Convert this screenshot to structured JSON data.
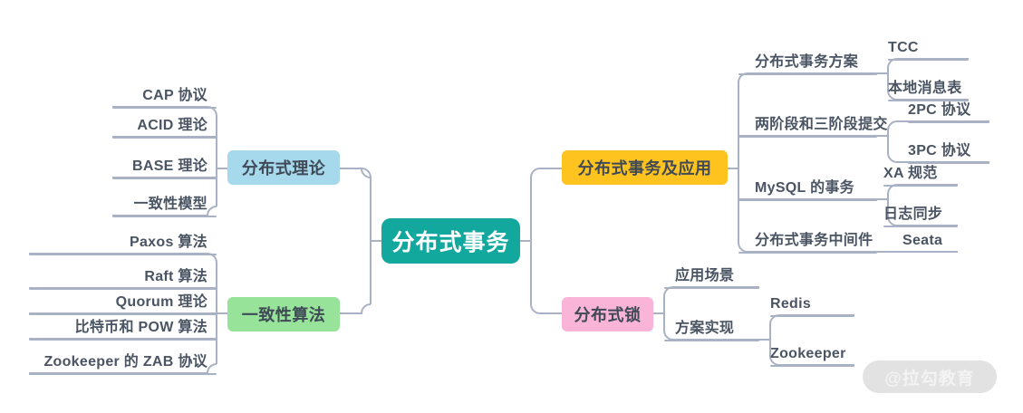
{
  "mindmap": {
    "root": {
      "label": "分布式事务"
    },
    "colors": {
      "root": "#13a89e",
      "theory": "#a7d9ed",
      "algorithm": "#98e39a",
      "transaction": "#ffc320",
      "lock": "#f9b4d8",
      "connector": "#a9b2c4",
      "text": "#4a5463"
    },
    "branches": [
      {
        "id": "theory",
        "label": "分布式理论",
        "side": "left",
        "children": [
          {
            "label": "CAP 协议"
          },
          {
            "label": "ACID 理论"
          },
          {
            "label": "BASE 理论"
          },
          {
            "label": "一致性模型"
          }
        ]
      },
      {
        "id": "algorithm",
        "label": "一致性算法",
        "side": "left",
        "children": [
          {
            "label": "Paxos 算法"
          },
          {
            "label": "Raft 算法"
          },
          {
            "label": "Quorum 理论"
          },
          {
            "label": "比特币和 POW 算法"
          },
          {
            "label": "Zookeeper 的 ZAB 协议"
          }
        ]
      },
      {
        "id": "transaction",
        "label": "分布式事务及应用",
        "side": "right",
        "children": [
          {
            "label": "分布式事务方案",
            "children": [
              {
                "label": "TCC"
              },
              {
                "label": "本地消息表"
              }
            ]
          },
          {
            "label": "两阶段和三阶段提交",
            "children": [
              {
                "label": "2PC 协议"
              },
              {
                "label": "3PC 协议"
              }
            ]
          },
          {
            "label": "MySQL 的事务",
            "children": [
              {
                "label": "XA 规范"
              },
              {
                "label": "日志同步"
              }
            ]
          },
          {
            "label": "分布式事务中间件",
            "children": [
              {
                "label": "Seata"
              }
            ]
          }
        ]
      },
      {
        "id": "lock",
        "label": "分布式锁",
        "side": "right",
        "children": [
          {
            "label": "应用场景"
          },
          {
            "label": "方案实现",
            "children": [
              {
                "label": "Redis"
              },
              {
                "label": "Zookeeper"
              }
            ]
          }
        ]
      }
    ],
    "watermark": {
      "label": "@拉勾教育"
    }
  }
}
